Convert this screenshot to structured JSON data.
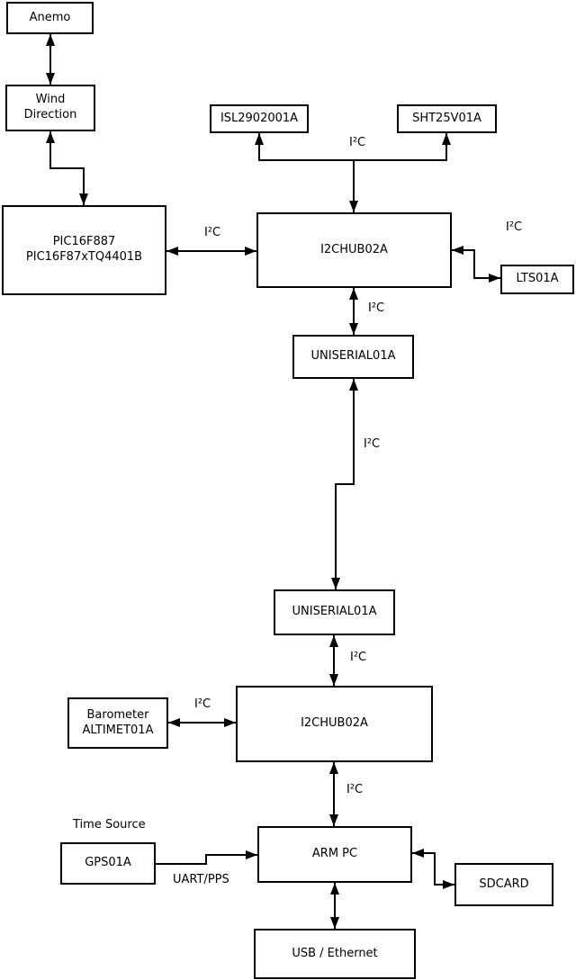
{
  "diagram": {
    "colors": {
      "line": "#000000",
      "background": "#ffffff"
    },
    "nodes": {
      "anemo": {
        "lines": [
          "Anemo"
        ]
      },
      "wind": {
        "lines": [
          "Wind",
          "Direction"
        ]
      },
      "pic": {
        "lines": [
          "PIC16F887",
          "PIC16F87xTQ4401B"
        ]
      },
      "isl": {
        "lines": [
          "ISL2902001A"
        ]
      },
      "sht": {
        "lines": [
          "SHT25V01A"
        ]
      },
      "hub1": {
        "lines": [
          "I2CHUB02A"
        ]
      },
      "lts": {
        "lines": [
          "LTS01A"
        ]
      },
      "uni1": {
        "lines": [
          "UNISERIAL01A"
        ]
      },
      "uni2": {
        "lines": [
          "UNISERIAL01A"
        ]
      },
      "hub2": {
        "lines": [
          "I2CHUB02A"
        ]
      },
      "baro": {
        "lines": [
          "Barometer",
          "ALTIMET01A"
        ]
      },
      "gps": {
        "lines": [
          "GPS01A"
        ]
      },
      "armpc": {
        "lines": [
          "ARM PC"
        ]
      },
      "sdcard": {
        "lines": [
          "SDCARD"
        ]
      },
      "usb": {
        "lines": [
          "USB / Ethernet"
        ]
      }
    },
    "labels": {
      "i2c": "I²C",
      "time_source": "Time Source",
      "uart_pps": "UART/PPS"
    }
  }
}
